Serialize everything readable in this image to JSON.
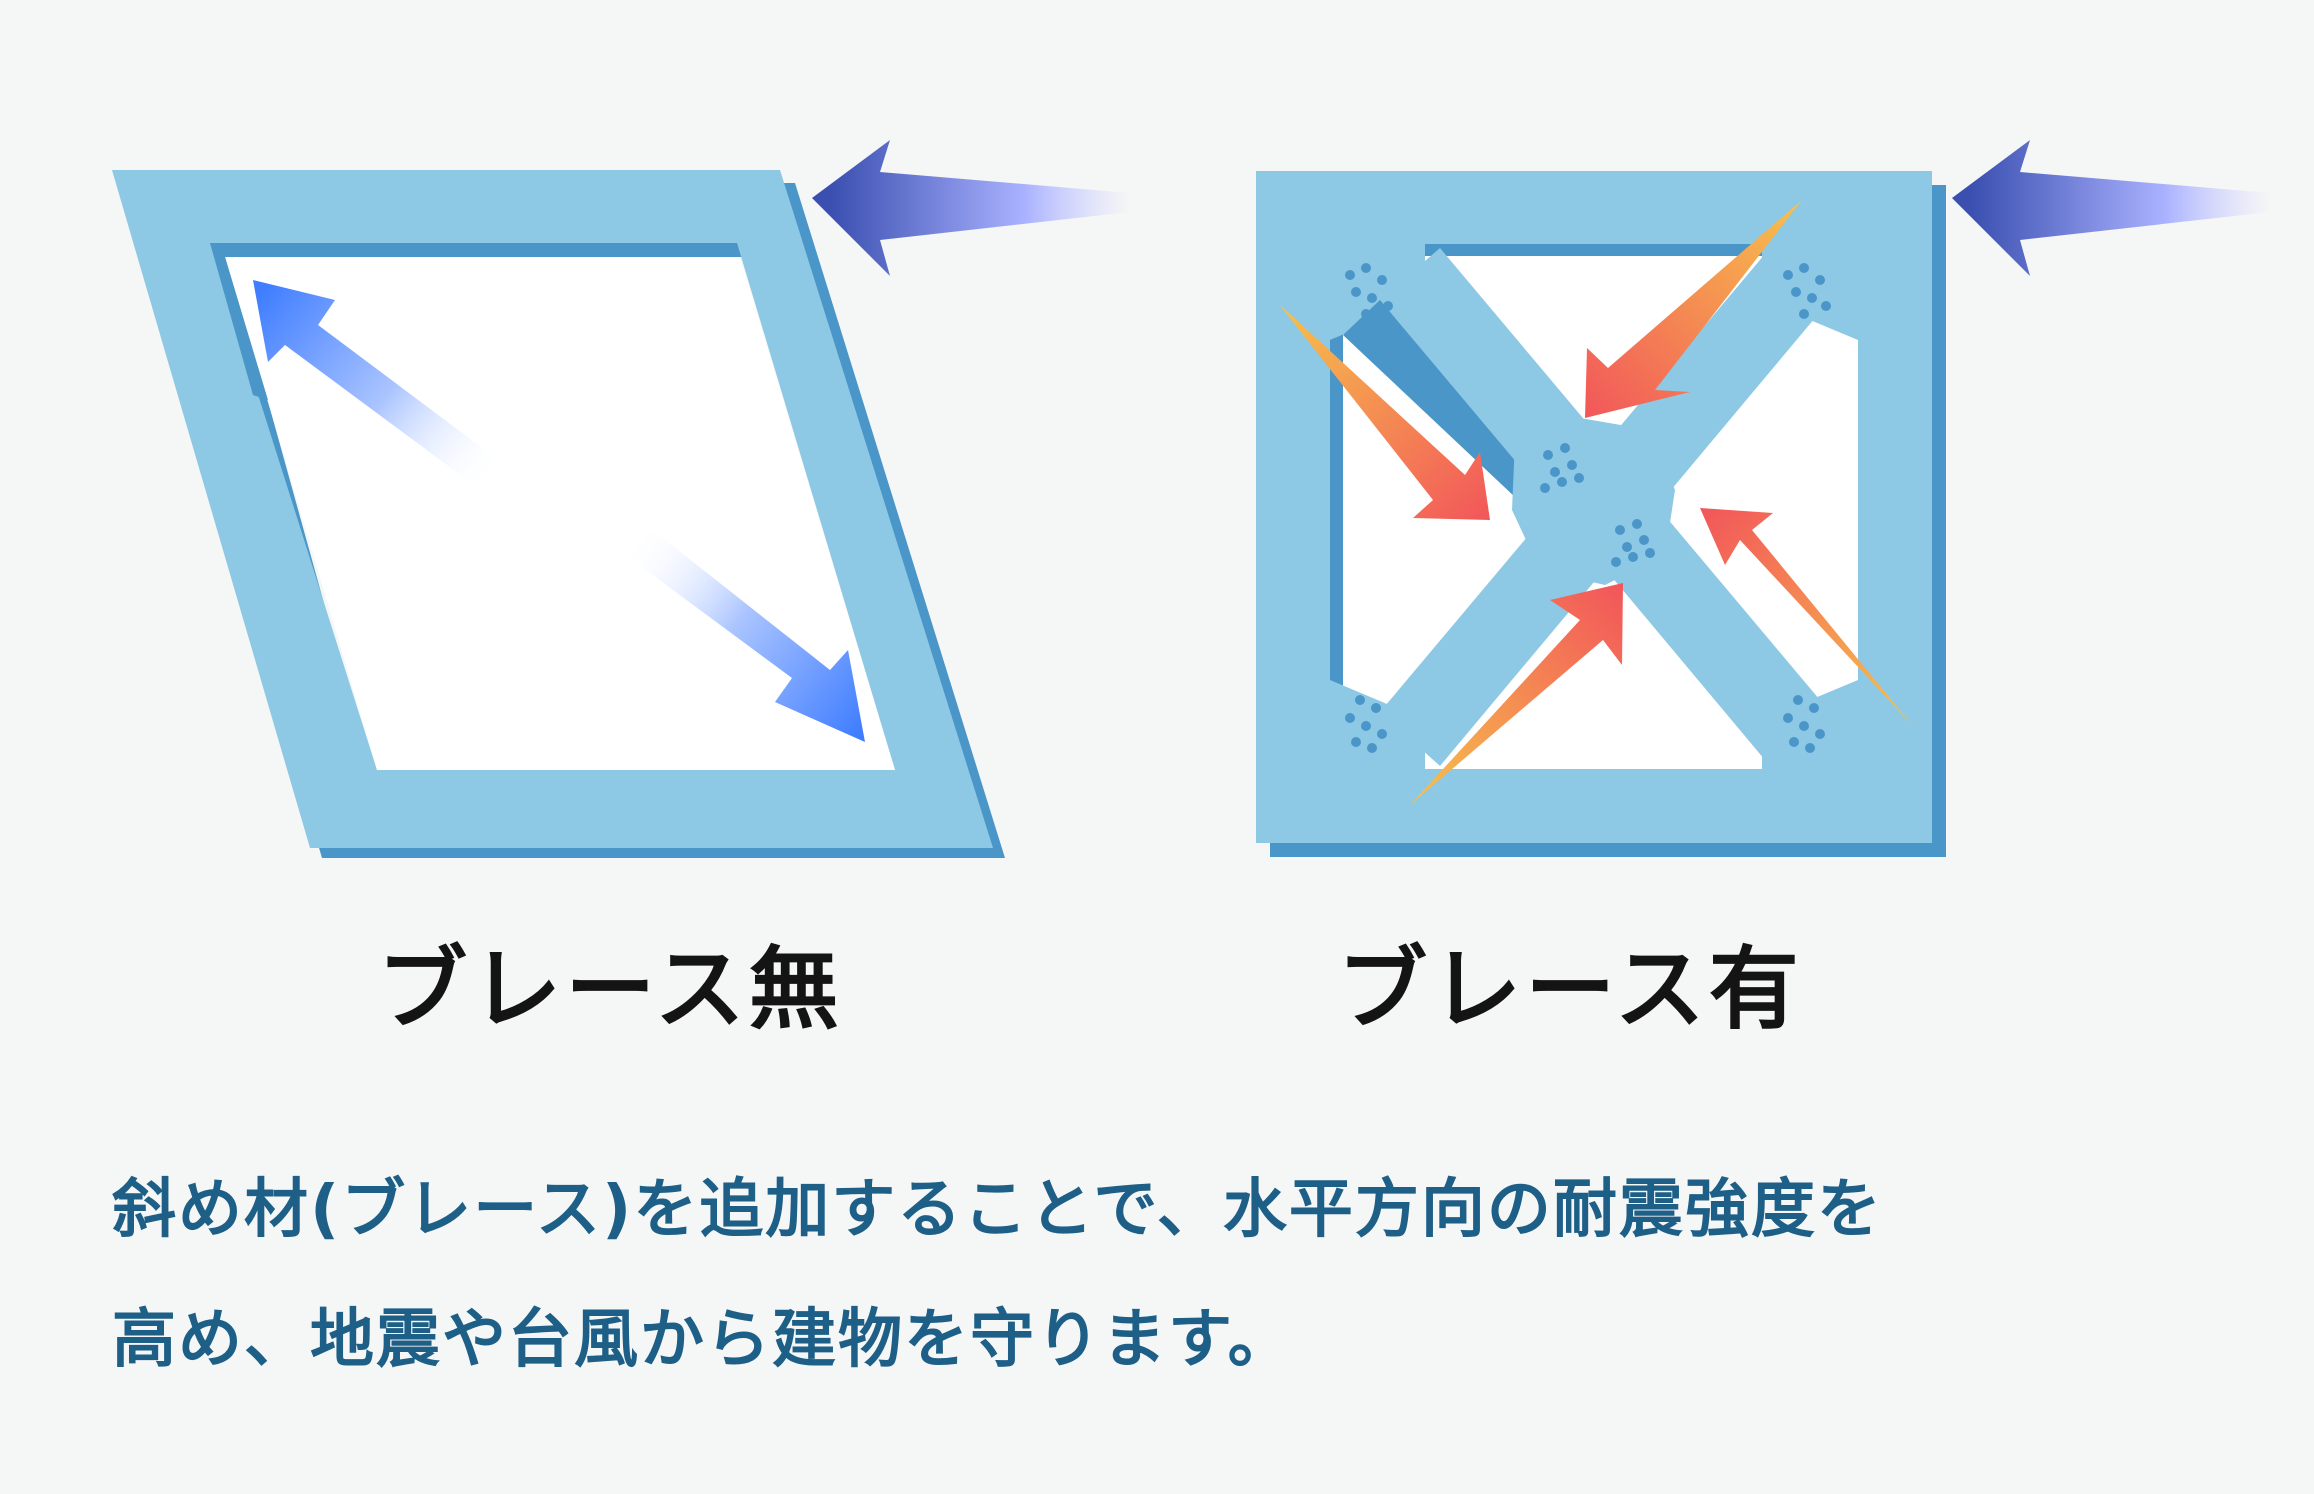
{
  "diagram": {
    "left_panel": {
      "label": "ブレース無"
    },
    "right_panel": {
      "label": "ブレース有"
    },
    "description": {
      "line1": "斜め材(ブレース)を追加することで、水平方向の耐震強度を",
      "line2": "高め、地震や台風から建物を守ります。"
    },
    "colors": {
      "background": "#f5f6f6",
      "frame_fill": "#8dc8e4",
      "frame_shadow": "#4a96c9",
      "force_arrow": "#3a4fb0",
      "deform_arrow": "#3f7dff",
      "stress_arrow_start": "#f7c24b",
      "stress_arrow_end": "#f2565a",
      "description_text": "#1d5f86"
    },
    "icons": [
      "horizontal-force-arrow",
      "deformation-arrow",
      "compression-arrow",
      "bolt-dots"
    ]
  }
}
